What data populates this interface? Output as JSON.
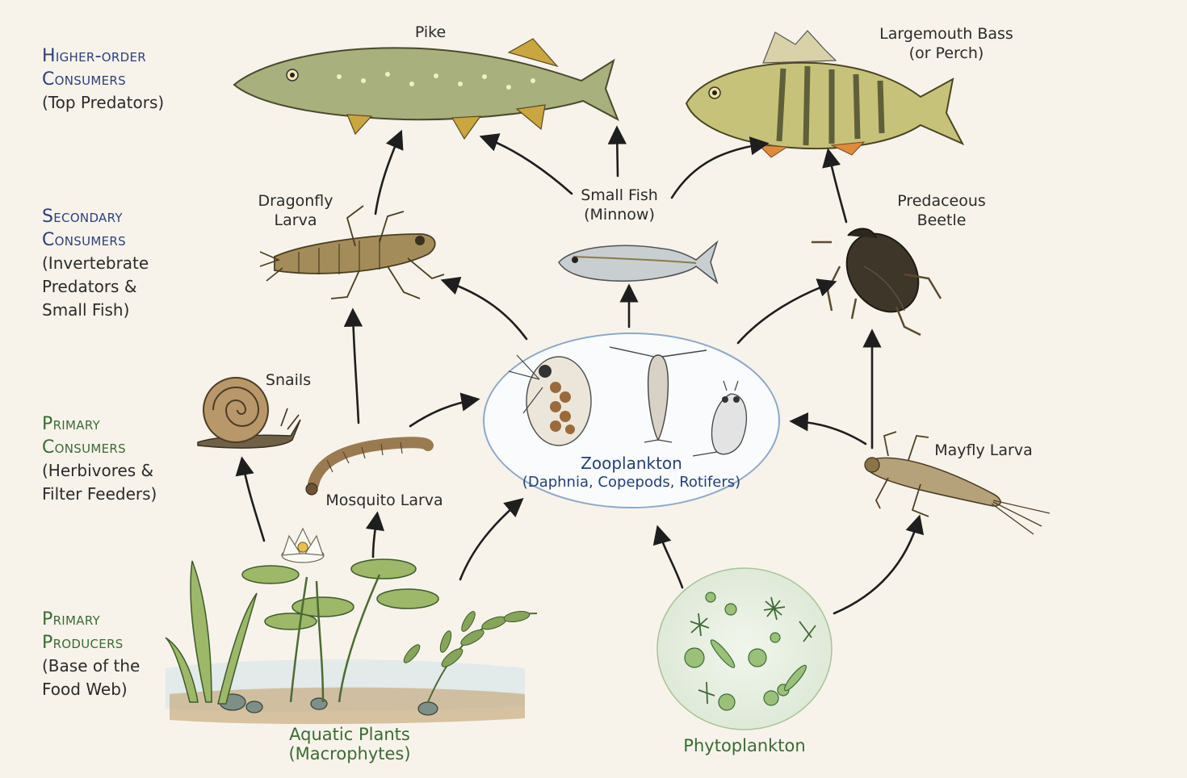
{
  "levels": [
    {
      "heading_1": "Higher-order",
      "heading_2": "Consumers",
      "sub_1": "(Top Predators)",
      "sub_2": "",
      "sub_3": ""
    },
    {
      "heading_1": "Secondary",
      "heading_2": "Consumers",
      "sub_1": "(Invertebrate",
      "sub_2": "Predators &",
      "sub_3": "Small Fish)"
    },
    {
      "heading_1": "Primary",
      "heading_2": "Consumers",
      "sub_1": "(Herbivores &",
      "sub_2": "Filter Feeders)",
      "sub_3": ""
    },
    {
      "heading_1": "Primary",
      "heading_2": "Producers",
      "sub_1": "(Base of the",
      "sub_2": "Food Web)",
      "sub_3": ""
    }
  ],
  "organisms": {
    "pike": {
      "line1": "Pike"
    },
    "bass": {
      "line1": "Largemouth Bass",
      "line2": "(or Perch)"
    },
    "dragonfly": {
      "line1": "Dragonfly",
      "line2": "Larva"
    },
    "minnow": {
      "line1": "Small Fish",
      "line2": "(Minnow)"
    },
    "beetle": {
      "line1": "Predaceous",
      "line2": "Beetle"
    },
    "snails": {
      "line1": "Snails"
    },
    "mosquito": {
      "line1": "Mosquito Larva"
    },
    "zooplankton": {
      "line1": "Zooplankton",
      "line2": "(Daphnia, Copepods, Rotifers)"
    },
    "mayfly": {
      "line1": "Mayfly Larva"
    },
    "plants": {
      "line1": "Aquatic Plants",
      "line2": "(Macrophytes)"
    },
    "phytoplankton": {
      "line1": "Phytoplankton"
    }
  },
  "colors": {
    "background": "#f7f3ea",
    "heading_blue": "#2c3f7c",
    "heading_green": "#3b6b34",
    "arrow": "#1e1e1e",
    "zoo_outline": "#8fa8c8"
  }
}
